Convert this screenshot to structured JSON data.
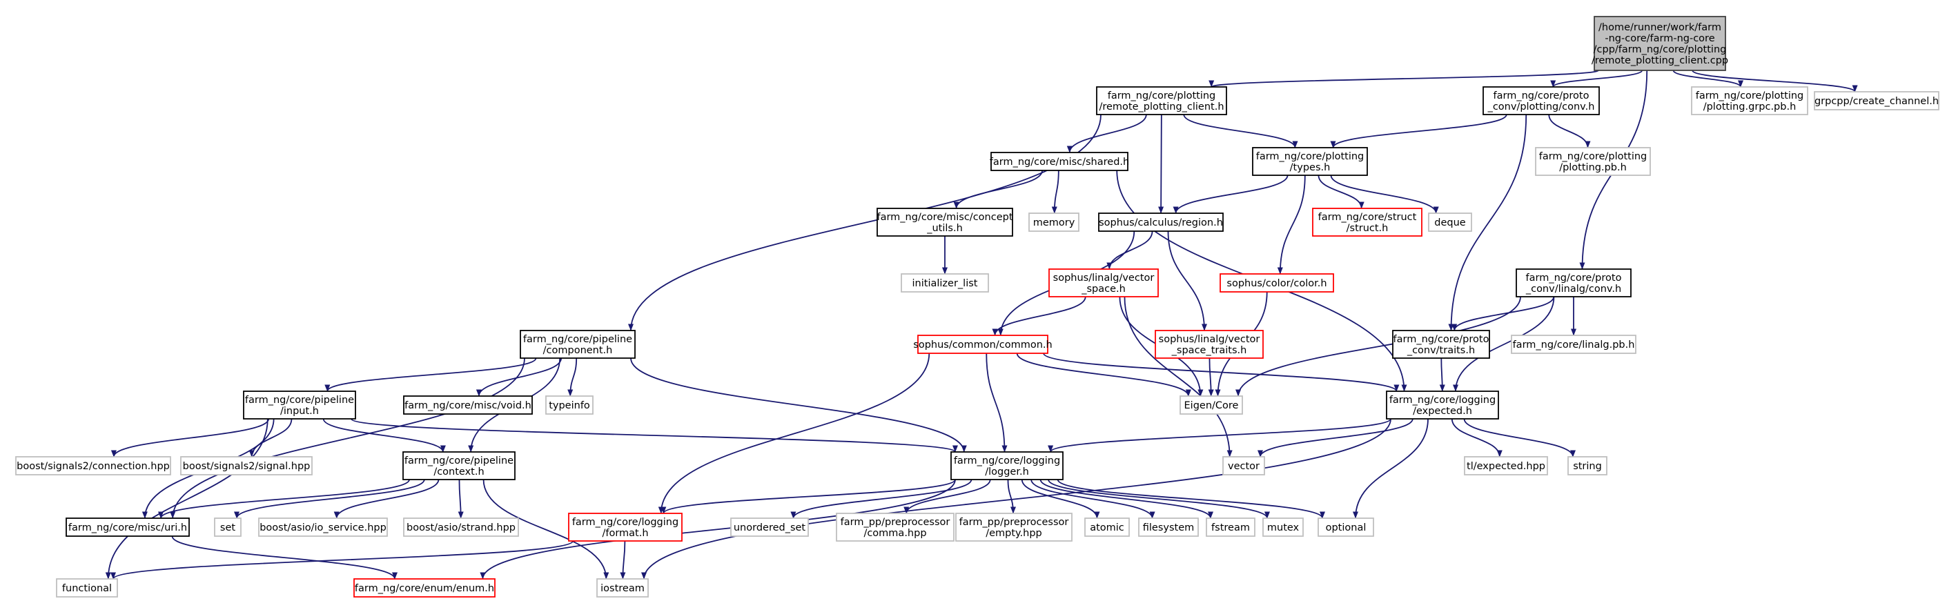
{
  "colors": {
    "edge": "#191970",
    "root_fill": "#bfbfbf",
    "root_border": "#404040",
    "documented_border": "#000000",
    "external_border": "#bfbfbf",
    "truncated_border": "#ff0000",
    "background": "#ffffff"
  },
  "nodes": [
    {
      "id": "root",
      "kind": "root",
      "lines": [
        "/home/runner/work/farm",
        "-ng-core/farm-ng-core",
        "/cpp/farm_ng/core/plotting",
        "/remote_plotting_client.cpp"
      ]
    },
    {
      "id": "remote_plotting_client_h",
      "kind": "documented",
      "lines": [
        "farm_ng/core/plotting",
        "/remote_plotting_client.h"
      ]
    },
    {
      "id": "proto_plotting_conv_h",
      "kind": "documented",
      "lines": [
        "farm_ng/core/proto",
        "_conv/plotting/conv.h"
      ]
    },
    {
      "id": "plotting_grpc_pb_h",
      "kind": "external",
      "lines": [
        "farm_ng/core/plotting",
        "/plotting.grpc.pb.h"
      ]
    },
    {
      "id": "grpcpp_create_channel_h",
      "kind": "external",
      "lines": [
        "grpcpp/create_channel.h"
      ]
    },
    {
      "id": "misc_shared_h",
      "kind": "documented",
      "lines": [
        "farm_ng/core/misc/shared.h"
      ]
    },
    {
      "id": "plotting_types_h",
      "kind": "documented",
      "lines": [
        "farm_ng/core/plotting",
        "/types.h"
      ]
    },
    {
      "id": "plotting_pb_h",
      "kind": "external",
      "lines": [
        "farm_ng/core/plotting",
        "/plotting.pb.h"
      ]
    },
    {
      "id": "misc_concept_utils_h",
      "kind": "documented",
      "lines": [
        "farm_ng/core/misc/concept",
        "_utils.h"
      ]
    },
    {
      "id": "memory",
      "kind": "external",
      "lines": [
        "memory"
      ]
    },
    {
      "id": "sophus_region_h",
      "kind": "documented",
      "lines": [
        "sophus/calculus/region.h"
      ]
    },
    {
      "id": "struct_h",
      "kind": "truncated",
      "lines": [
        "farm_ng/core/struct",
        "/struct.h"
      ]
    },
    {
      "id": "deque",
      "kind": "external",
      "lines": [
        "deque"
      ]
    },
    {
      "id": "initializer_list",
      "kind": "external",
      "lines": [
        "initializer_list"
      ]
    },
    {
      "id": "sophus_vector_space_h",
      "kind": "truncated",
      "lines": [
        "sophus/linalg/vector",
        "_space.h"
      ]
    },
    {
      "id": "sophus_color_h",
      "kind": "truncated",
      "lines": [
        "sophus/color/color.h"
      ]
    },
    {
      "id": "proto_linalg_conv_h",
      "kind": "documented",
      "lines": [
        "farm_ng/core/proto",
        "_conv/linalg/conv.h"
      ]
    },
    {
      "id": "pipeline_component_h",
      "kind": "documented",
      "lines": [
        "farm_ng/core/pipeline",
        "/component.h"
      ]
    },
    {
      "id": "sophus_common_h",
      "kind": "truncated",
      "lines": [
        "sophus/common/common.h"
      ]
    },
    {
      "id": "sophus_vector_space_traits_h",
      "kind": "truncated",
      "lines": [
        "sophus/linalg/vector",
        "_space_traits.h"
      ]
    },
    {
      "id": "proto_traits_h",
      "kind": "documented",
      "lines": [
        "farm_ng/core/proto",
        "_conv/traits.h"
      ]
    },
    {
      "id": "linalg_pb_h",
      "kind": "external",
      "lines": [
        "farm_ng/core/linalg.pb.h"
      ]
    },
    {
      "id": "misc_void_h",
      "kind": "documented",
      "lines": [
        "farm_ng/core/misc/void.h"
      ]
    },
    {
      "id": "typeinfo",
      "kind": "external",
      "lines": [
        "typeinfo"
      ]
    },
    {
      "id": "eigen_core",
      "kind": "external",
      "lines": [
        "Eigen/Core"
      ]
    },
    {
      "id": "logging_expected_h",
      "kind": "documented",
      "lines": [
        "farm_ng/core/logging",
        "/expected.h"
      ]
    },
    {
      "id": "pipeline_input_h",
      "kind": "documented",
      "lines": [
        "farm_ng/core/pipeline",
        "/input.h"
      ]
    },
    {
      "id": "boost_signals2_connection",
      "kind": "external",
      "lines": [
        "boost/signals2/connection.hpp"
      ]
    },
    {
      "id": "boost_signals2_signal",
      "kind": "external",
      "lines": [
        "boost/signals2/signal.hpp"
      ]
    },
    {
      "id": "pipeline_context_h",
      "kind": "documented",
      "lines": [
        "farm_ng/core/pipeline",
        "/context.h"
      ]
    },
    {
      "id": "logging_logger_h",
      "kind": "documented",
      "lines": [
        "farm_ng/core/logging",
        "/logger.h"
      ]
    },
    {
      "id": "vector",
      "kind": "external",
      "lines": [
        "vector"
      ]
    },
    {
      "id": "tl_expected",
      "kind": "external",
      "lines": [
        "tl/expected.hpp"
      ]
    },
    {
      "id": "string",
      "kind": "external",
      "lines": [
        "string"
      ]
    },
    {
      "id": "misc_uri_h",
      "kind": "documented",
      "lines": [
        "farm_ng/core/misc/uri.h"
      ]
    },
    {
      "id": "set",
      "kind": "external",
      "lines": [
        "set"
      ]
    },
    {
      "id": "boost_asio_io_service",
      "kind": "external",
      "lines": [
        "boost/asio/io_service.hpp"
      ]
    },
    {
      "id": "boost_asio_strand",
      "kind": "external",
      "lines": [
        "boost/asio/strand.hpp"
      ]
    },
    {
      "id": "logging_format_h",
      "kind": "truncated",
      "lines": [
        "farm_ng/core/logging",
        "/format.h"
      ]
    },
    {
      "id": "unordered_set",
      "kind": "external",
      "lines": [
        "unordered_set"
      ]
    },
    {
      "id": "pp_comma",
      "kind": "external",
      "lines": [
        "farm_pp/preprocessor",
        "/comma.hpp"
      ]
    },
    {
      "id": "pp_empty",
      "kind": "external",
      "lines": [
        "farm_pp/preprocessor",
        "/empty.hpp"
      ]
    },
    {
      "id": "atomic",
      "kind": "external",
      "lines": [
        "atomic"
      ]
    },
    {
      "id": "filesystem",
      "kind": "external",
      "lines": [
        "filesystem"
      ]
    },
    {
      "id": "fstream",
      "kind": "external",
      "lines": [
        "fstream"
      ]
    },
    {
      "id": "mutex",
      "kind": "external",
      "lines": [
        "mutex"
      ]
    },
    {
      "id": "optional",
      "kind": "external",
      "lines": [
        "optional"
      ]
    },
    {
      "id": "functional",
      "kind": "external",
      "lines": [
        "functional"
      ]
    },
    {
      "id": "enum_h",
      "kind": "truncated",
      "lines": [
        "farm_ng/core/enum/enum.h"
      ]
    },
    {
      "id": "iostream",
      "kind": "external",
      "lines": [
        "iostream"
      ]
    }
  ],
  "edges": [
    {
      "from": "root",
      "to": "remote_plotting_client_h"
    },
    {
      "from": "root",
      "to": "proto_plotting_conv_h"
    },
    {
      "from": "root",
      "to": "plotting_grpc_pb_h"
    },
    {
      "from": "root",
      "to": "grpcpp_create_channel_h"
    },
    {
      "from": "root",
      "to": "proto_linalg_conv_h"
    },
    {
      "from": "remote_plotting_client_h",
      "to": "misc_shared_h"
    },
    {
      "from": "remote_plotting_client_h",
      "to": "plotting_types_h"
    },
    {
      "from": "remote_plotting_client_h",
      "to": "sophus_region_h"
    },
    {
      "from": "remote_plotting_client_h",
      "to": "pipeline_component_h"
    },
    {
      "from": "proto_plotting_conv_h",
      "to": "plotting_types_h"
    },
    {
      "from": "proto_plotting_conv_h",
      "to": "plotting_pb_h"
    },
    {
      "from": "proto_plotting_conv_h",
      "to": "proto_traits_h"
    },
    {
      "from": "misc_shared_h",
      "to": "misc_concept_utils_h"
    },
    {
      "from": "misc_shared_h",
      "to": "memory"
    },
    {
      "from": "misc_shared_h",
      "to": "logging_expected_h"
    },
    {
      "from": "plotting_types_h",
      "to": "sophus_region_h"
    },
    {
      "from": "plotting_types_h",
      "to": "struct_h"
    },
    {
      "from": "plotting_types_h",
      "to": "deque"
    },
    {
      "from": "plotting_types_h",
      "to": "sophus_color_h"
    },
    {
      "from": "misc_concept_utils_h",
      "to": "initializer_list"
    },
    {
      "from": "sophus_region_h",
      "to": "sophus_vector_space_h"
    },
    {
      "from": "sophus_region_h",
      "to": "sophus_common_h"
    },
    {
      "from": "sophus_region_h",
      "to": "sophus_vector_space_traits_h"
    },
    {
      "from": "sophus_vector_space_h",
      "to": "sophus_common_h"
    },
    {
      "from": "sophus_vector_space_h",
      "to": "eigen_core"
    },
    {
      "from": "sophus_vector_space_h",
      "to": "vector"
    },
    {
      "from": "sophus_vector_space_traits_h",
      "to": "eigen_core"
    },
    {
      "from": "sophus_color_h",
      "to": "eigen_core"
    },
    {
      "from": "proto_linalg_conv_h",
      "to": "proto_traits_h"
    },
    {
      "from": "proto_linalg_conv_h",
      "to": "linalg_pb_h"
    },
    {
      "from": "proto_linalg_conv_h",
      "to": "eigen_core"
    },
    {
      "from": "proto_linalg_conv_h",
      "to": "logging_expected_h"
    },
    {
      "from": "proto_traits_h",
      "to": "logging_expected_h"
    },
    {
      "from": "sophus_common_h",
      "to": "eigen_core"
    },
    {
      "from": "sophus_common_h",
      "to": "logging_logger_h"
    },
    {
      "from": "sophus_common_h",
      "to": "logging_format_h"
    },
    {
      "from": "sophus_common_h",
      "to": "logging_expected_h"
    },
    {
      "from": "pipeline_component_h",
      "to": "pipeline_input_h"
    },
    {
      "from": "pipeline_component_h",
      "to": "misc_void_h"
    },
    {
      "from": "pipeline_component_h",
      "to": "typeinfo"
    },
    {
      "from": "pipeline_component_h",
      "to": "pipeline_context_h"
    },
    {
      "from": "pipeline_component_h",
      "to": "misc_uri_h"
    },
    {
      "from": "pipeline_component_h",
      "to": "logging_logger_h"
    },
    {
      "from": "pipeline_input_h",
      "to": "boost_signals2_connection"
    },
    {
      "from": "pipeline_input_h",
      "to": "boost_signals2_signal"
    },
    {
      "from": "pipeline_input_h",
      "to": "pipeline_context_h"
    },
    {
      "from": "pipeline_input_h",
      "to": "misc_uri_h"
    },
    {
      "from": "pipeline_input_h",
      "to": "functional"
    },
    {
      "from": "pipeline_input_h",
      "to": "logging_logger_h"
    },
    {
      "from": "pipeline_context_h",
      "to": "misc_uri_h"
    },
    {
      "from": "pipeline_context_h",
      "to": "set"
    },
    {
      "from": "pipeline_context_h",
      "to": "boost_asio_io_service"
    },
    {
      "from": "pipeline_context_h",
      "to": "boost_asio_strand"
    },
    {
      "from": "pipeline_context_h",
      "to": "iostream"
    },
    {
      "from": "misc_uri_h",
      "to": "enum_h"
    },
    {
      "from": "logging_expected_h",
      "to": "logging_logger_h"
    },
    {
      "from": "logging_expected_h",
      "to": "vector"
    },
    {
      "from": "logging_expected_h",
      "to": "tl_expected"
    },
    {
      "from": "logging_expected_h",
      "to": "string"
    },
    {
      "from": "logging_expected_h",
      "to": "optional"
    },
    {
      "from": "logging_expected_h",
      "to": "iostream"
    },
    {
      "from": "logging_logger_h",
      "to": "logging_format_h"
    },
    {
      "from": "logging_logger_h",
      "to": "unordered_set"
    },
    {
      "from": "logging_logger_h",
      "to": "pp_comma"
    },
    {
      "from": "logging_logger_h",
      "to": "pp_empty"
    },
    {
      "from": "logging_logger_h",
      "to": "atomic"
    },
    {
      "from": "logging_logger_h",
      "to": "filesystem"
    },
    {
      "from": "logging_logger_h",
      "to": "fstream"
    },
    {
      "from": "logging_logger_h",
      "to": "mutex"
    },
    {
      "from": "logging_logger_h",
      "to": "optional"
    },
    {
      "from": "logging_logger_h",
      "to": "enum_h"
    },
    {
      "from": "logging_format_h",
      "to": "functional"
    },
    {
      "from": "logging_format_h",
      "to": "iostream"
    }
  ]
}
